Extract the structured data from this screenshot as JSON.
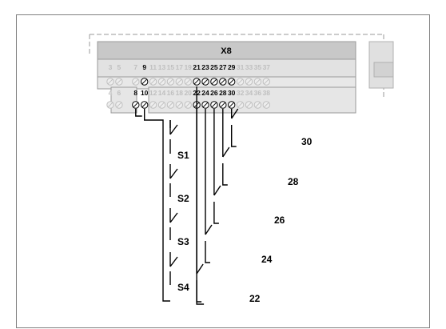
{
  "connector": {
    "title": "X8",
    "top_row": [
      "3",
      "5",
      "7",
      "9",
      "11",
      "13",
      "15",
      "17",
      "19",
      "21",
      "23",
      "25",
      "27",
      "29",
      "31",
      "33",
      "35",
      "37"
    ],
    "top_row_active": [
      "9",
      "21",
      "23",
      "25",
      "27",
      "29"
    ],
    "bottom_row": [
      "4",
      "6",
      "8",
      "10",
      "12",
      "14",
      "16",
      "18",
      "20",
      "22",
      "24",
      "26",
      "28",
      "30",
      "32",
      "34",
      "36",
      "38"
    ],
    "bottom_row_active": [
      "8",
      "10",
      "22",
      "24",
      "26",
      "28",
      "30"
    ]
  },
  "switches_left": [
    {
      "label": "S1"
    },
    {
      "label": "S2"
    },
    {
      "label": "S3"
    },
    {
      "label": "S4"
    }
  ],
  "switches_right": [
    {
      "label": "30"
    },
    {
      "label": "28"
    },
    {
      "label": "26"
    },
    {
      "label": "24"
    },
    {
      "label": "22"
    }
  ]
}
